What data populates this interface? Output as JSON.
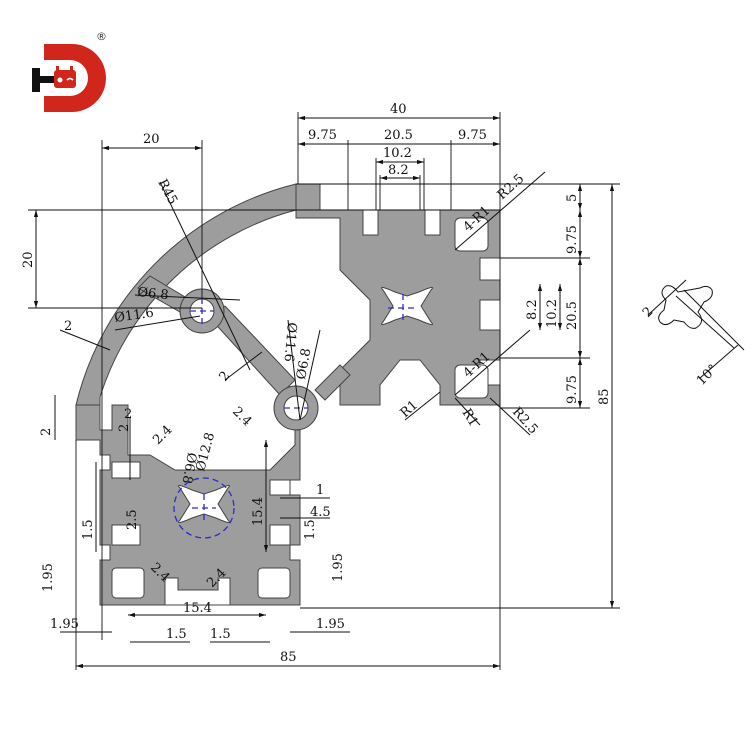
{
  "brand": {
    "logo_letters": "HD",
    "registered_mark": "®",
    "colors": {
      "red": "#d0261c",
      "black": "#111111"
    }
  },
  "drawing": {
    "profile_color": "#9d9d9d",
    "centerline_color": "#2b2bd0",
    "top_dims": {
      "overall_width": "40",
      "left_edge": "9.75",
      "slot_pitch": "20.5",
      "right_edge": "9.75",
      "slot_outer": "10.2",
      "slot_opening": "8.2"
    },
    "right_dims": {
      "top_offset": "5",
      "upper_edge": "9.75",
      "slot_pitch": "20.5",
      "slot_outer": "10.2",
      "slot_opening": "8.2",
      "lower_edge": "9.75",
      "overall_height": "85"
    },
    "arc_dims": {
      "width_20": "20",
      "height_20": "20",
      "radius": "R45",
      "hole_inner": "Ø6.8",
      "hole_outer": "Ø11.6",
      "wall": "2",
      "rib": "2",
      "corner_hole_outer": "Ø11.6",
      "corner_hole_inner": "Ø6.8"
    },
    "corner_radii": {
      "r25_top": "R2.5",
      "r1_top": "4-R1",
      "r1_bottom": "4-R1",
      "r1_a": "R1",
      "r1_b": "R1",
      "r25_bottom": "R2.5"
    },
    "lower_dims": {
      "lip_2a": "2",
      "lip_2b": "2",
      "lip_2c": "2",
      "web_a": "2.4",
      "web_b": "2.4",
      "web_c": "2.4",
      "web_d": "2.4",
      "core_hole": "Ø6.8",
      "core_circle": "Ø12.8",
      "slot_depth": "2.5",
      "core_height": "15.4",
      "core_width": "15.4",
      "lip_1": "1",
      "lip_45": "4.5",
      "lip_15_right": "1.5",
      "lip_15_left": "1.5",
      "wall_195_left": "1.95",
      "wall_195_right": "1.95",
      "bottom_195_left": "1.95",
      "bottom_195_right": "1.95",
      "bottom_15_left": "1.5",
      "bottom_15_right": "1.5",
      "overall_width": "85"
    },
    "detail": {
      "thickness": "2",
      "angle": "10°"
    }
  }
}
